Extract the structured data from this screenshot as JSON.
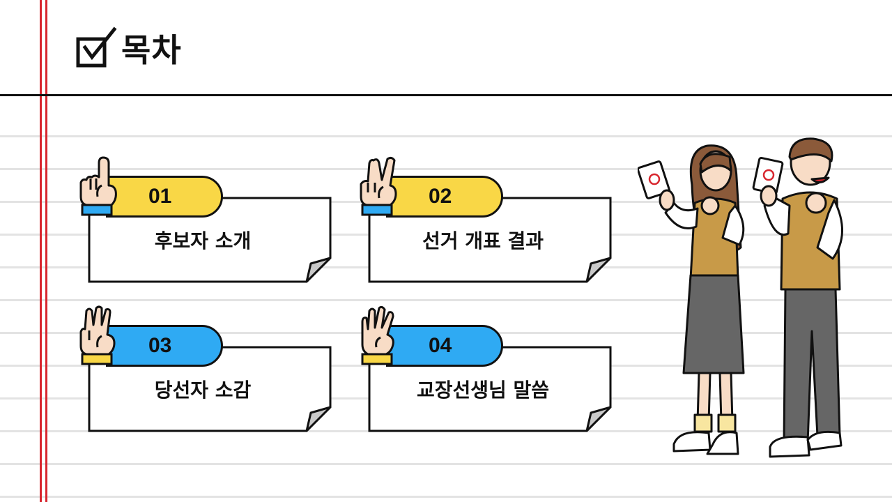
{
  "title": "목차",
  "colors": {
    "accent_yellow": "#f9d746",
    "accent_blue": "#2faaf3",
    "margin_red": "#d8262e",
    "ink": "#111111"
  },
  "items": [
    {
      "number": "01",
      "label": "후보자 소개",
      "color": "yellow"
    },
    {
      "number": "02",
      "label": "선거 개표 결과",
      "color": "yellow"
    },
    {
      "number": "03",
      "label": "당선자 소감",
      "color": "blue"
    },
    {
      "number": "04",
      "label": "교장선생님 말씀",
      "color": "blue"
    }
  ],
  "icons": {
    "title": "checkbox-check-icon",
    "hands": [
      "one-finger-hand-icon",
      "two-finger-hand-icon",
      "three-finger-hand-icon",
      "four-finger-hand-icon"
    ],
    "illustration": "students-with-ballots-illustration"
  }
}
